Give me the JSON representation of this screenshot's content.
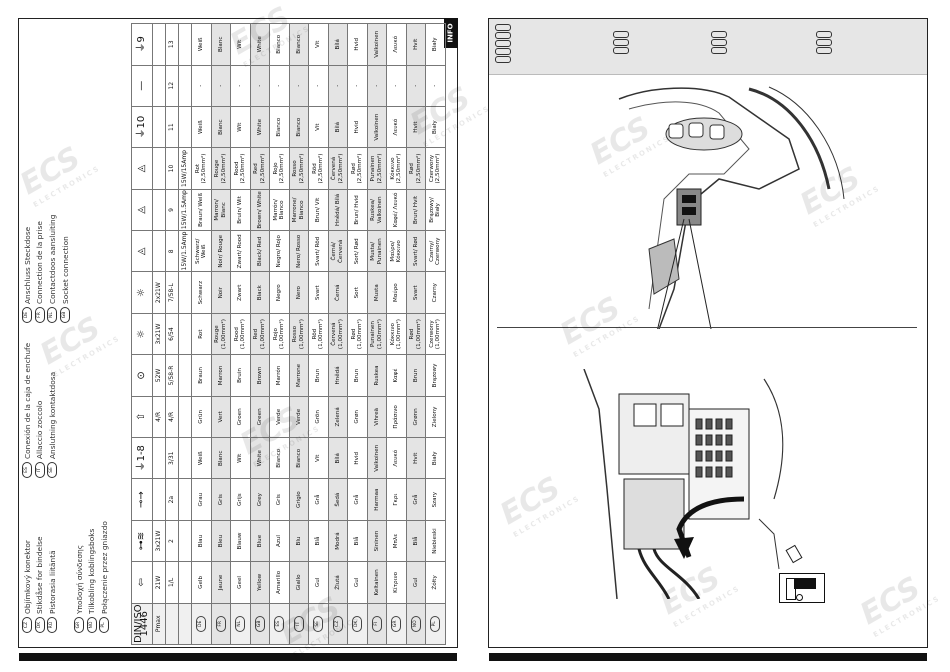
{
  "info_tab": "INFO",
  "legend": [
    {
      "code": "DE",
      "text": "Anschluss Steckdose"
    },
    {
      "code": "FR",
      "text": "Connection de la prise"
    },
    {
      "code": "NL",
      "text": "Contactdoos aansluiting"
    },
    {
      "code": "GB",
      "text": "Socket connection"
    },
    {
      "code": "ES",
      "text": "Conexión de la caja de enchufe"
    },
    {
      "code": "IT",
      "text": "Allaccio zoccolo"
    },
    {
      "code": "SE",
      "text": "Anslutning kontaktdosa"
    },
    {
      "code": "CZ",
      "text": "Objímkový konektor"
    },
    {
      "code": "DK",
      "text": "Stikdåse for bindelse"
    },
    {
      "code": "RO",
      "text": "Pistorasia liitäntä"
    },
    {
      "code": "GR",
      "text": "Υποδοχή σύνδεσης"
    },
    {
      "code": "NO",
      "text": "Tilkobling koblingsboks"
    },
    {
      "code": "PL",
      "text": "Połączenie przez gniazdo"
    }
  ],
  "table": {
    "corner": "DIN/ISO 1446",
    "header_symbols": [
      "⇦",
      "⊶≋",
      "⊸→",
      "⏚1-8",
      "⇧",
      "⊙",
      "☼",
      "☼",
      "◬",
      "◬",
      "◬",
      "⏚10",
      "—",
      "⏚9"
    ],
    "pin_label": "Pmax",
    "pmax": [
      "21W",
      "3x21W",
      "",
      "",
      "4/R",
      "52W",
      "3x21W",
      "2x21W",
      "",
      "",
      "",
      "",
      "",
      ""
    ],
    "numbers": [
      "1/L",
      "2",
      "2a",
      "3/31",
      "4/R",
      "5/58-R",
      "6/54",
      "7/58-L",
      "8",
      "9",
      "10",
      "11",
      "12",
      "13"
    ],
    "sub": [
      "",
      "",
      "",
      "",
      "",
      "",
      "",
      "",
      "15W/1.5Amp",
      "15W/1.5Amp",
      "15W/15Amp",
      "",
      "",
      ""
    ],
    "rows": [
      {
        "code": "DE",
        "cells": [
          "Gelb",
          "Blau",
          "Grau",
          "Weiß",
          "Grün",
          "Braun",
          "Rot",
          "Schwarz",
          "Schwarz/ Weiß",
          "Braun/ Weiß",
          "Rot (2,50mm²)",
          "Weiß",
          "-",
          "Weiß"
        ]
      },
      {
        "code": "FR",
        "cells": [
          "Jaune",
          "Bleu",
          "Gris",
          "Blanc",
          "Vert",
          "Marron",
          "Rouge (1,00mm²)",
          "Noir",
          "Noir/ Rouge",
          "Marron/ Blanc",
          "Rouge (2,50mm²)",
          "Blanc",
          "-",
          "Blanc"
        ]
      },
      {
        "code": "NL",
        "cells": [
          "Geel",
          "Blauw",
          "Grijs",
          "Wit",
          "Groen",
          "Bruin",
          "Rood (1,00mm²)",
          "Zwart",
          "Zwart/ Rood",
          "Bruin/ Wit",
          "Rood (2,50mm²)",
          "Wit",
          "-",
          "Wit"
        ]
      },
      {
        "code": "GB",
        "cells": [
          "Yellow",
          "Blue",
          "Grey",
          "White",
          "Green",
          "Brown",
          "Red (1,00mm²)",
          "Black",
          "Black/ Red",
          "Brown/ White",
          "Red (2,50mm²)",
          "White",
          "-",
          "White"
        ]
      },
      {
        "code": "ES",
        "cells": [
          "Amarillo",
          "Azul",
          "Gris",
          "Blanco",
          "Verde",
          "Marrón",
          "Rojo (1,00mm²)",
          "Negro",
          "Negro/ Rojo",
          "Marrón/ Blanco",
          "Rojo (2,50mm²)",
          "Blanco",
          "-",
          "Blanco"
        ]
      },
      {
        "code": "IT",
        "cells": [
          "Giallo",
          "Blu",
          "Grigio",
          "Bianco",
          "Verde",
          "Marrone",
          "Rosso (1,00mm²)",
          "Nero",
          "Nero/ Rosso",
          "Marrone/ Bianco",
          "Rosso (2,50mm²)",
          "Bianco",
          "-",
          "Bianco"
        ]
      },
      {
        "code": "SE",
        "cells": [
          "Gul",
          "Blå",
          "Grå",
          "Vit",
          "Grön",
          "Brun",
          "Röd (1,00mm²)",
          "Svart",
          "Svart/ Röd",
          "Brun/ Vit",
          "Röd (2,50mm²)",
          "Vit",
          "-",
          "Vit"
        ]
      },
      {
        "code": "CZ",
        "cells": [
          "Žlutá",
          "Modrá",
          "Šedá",
          "Bílá",
          "Zelená",
          "Hnědá",
          "Červená (1,00mm²)",
          "Černá",
          "Černá/ Červená",
          "Hnědá/ Bílá",
          "Červená (2,50mm²)",
          "Bílá",
          "-",
          "Bílá"
        ]
      },
      {
        "code": "DK",
        "cells": [
          "Gul",
          "Blå",
          "Grå",
          "Hvid",
          "Grøn",
          "Brun",
          "Rød (1,00mm²)",
          "Sort",
          "Sort/ Rød",
          "Brun/ Hvid",
          "Rød (2,50mm²)",
          "Hvid",
          "-",
          "Hvid"
        ]
      },
      {
        "code": "FI",
        "cells": [
          "Keltainen",
          "Sininen",
          "Harmaa",
          "Valkoinen",
          "Vihreä",
          "Ruskea",
          "Punainen (1,00mm²)",
          "Musta",
          "Musta/ Punainen",
          "Ruskea/ Valkoinen",
          "Punainen (2,50mm²)",
          "Valkoinen",
          "-",
          "Valkoinen"
        ]
      },
      {
        "code": "GR",
        "cells": [
          "Κίτρινο",
          "Μπλε",
          "Γκρι",
          "Λευκό",
          "Πράσινο",
          "Καφέ",
          "Κόκκινο (1,00mm²)",
          "Μαύρο",
          "Μαύρο/ Κόκκινο",
          "Καφέ/ Λευκό",
          "Κόκκινο (2,50mm²)",
          "Λευκό",
          "-",
          "Λευκό"
        ]
      },
      {
        "code": "NO",
        "cells": [
          "Gul",
          "Blå",
          "Grå",
          "Hvit",
          "Grønn",
          "Brun",
          "Rød (1,00mm²)",
          "Svart",
          "Svart/ Rød",
          "Brun/ Hvit",
          "Rød (2,50mm²)",
          "Hvit",
          "-",
          "Hvit"
        ]
      },
      {
        "code": "PL",
        "cells": [
          "Żółty",
          "Niebieski",
          "Szary",
          "Biały",
          "Zielony",
          "Brązowy",
          "Czerwony (1,00mm²)",
          "Czarny",
          "Czarny/ Czerwony",
          "Brązowy/ Biały",
          "Czerwony (2,50mm²)",
          "Biały",
          "-",
          "Biały"
        ]
      }
    ]
  },
  "watermark": {
    "logo": "ECS",
    "sub": "ELECTRONICS"
  }
}
